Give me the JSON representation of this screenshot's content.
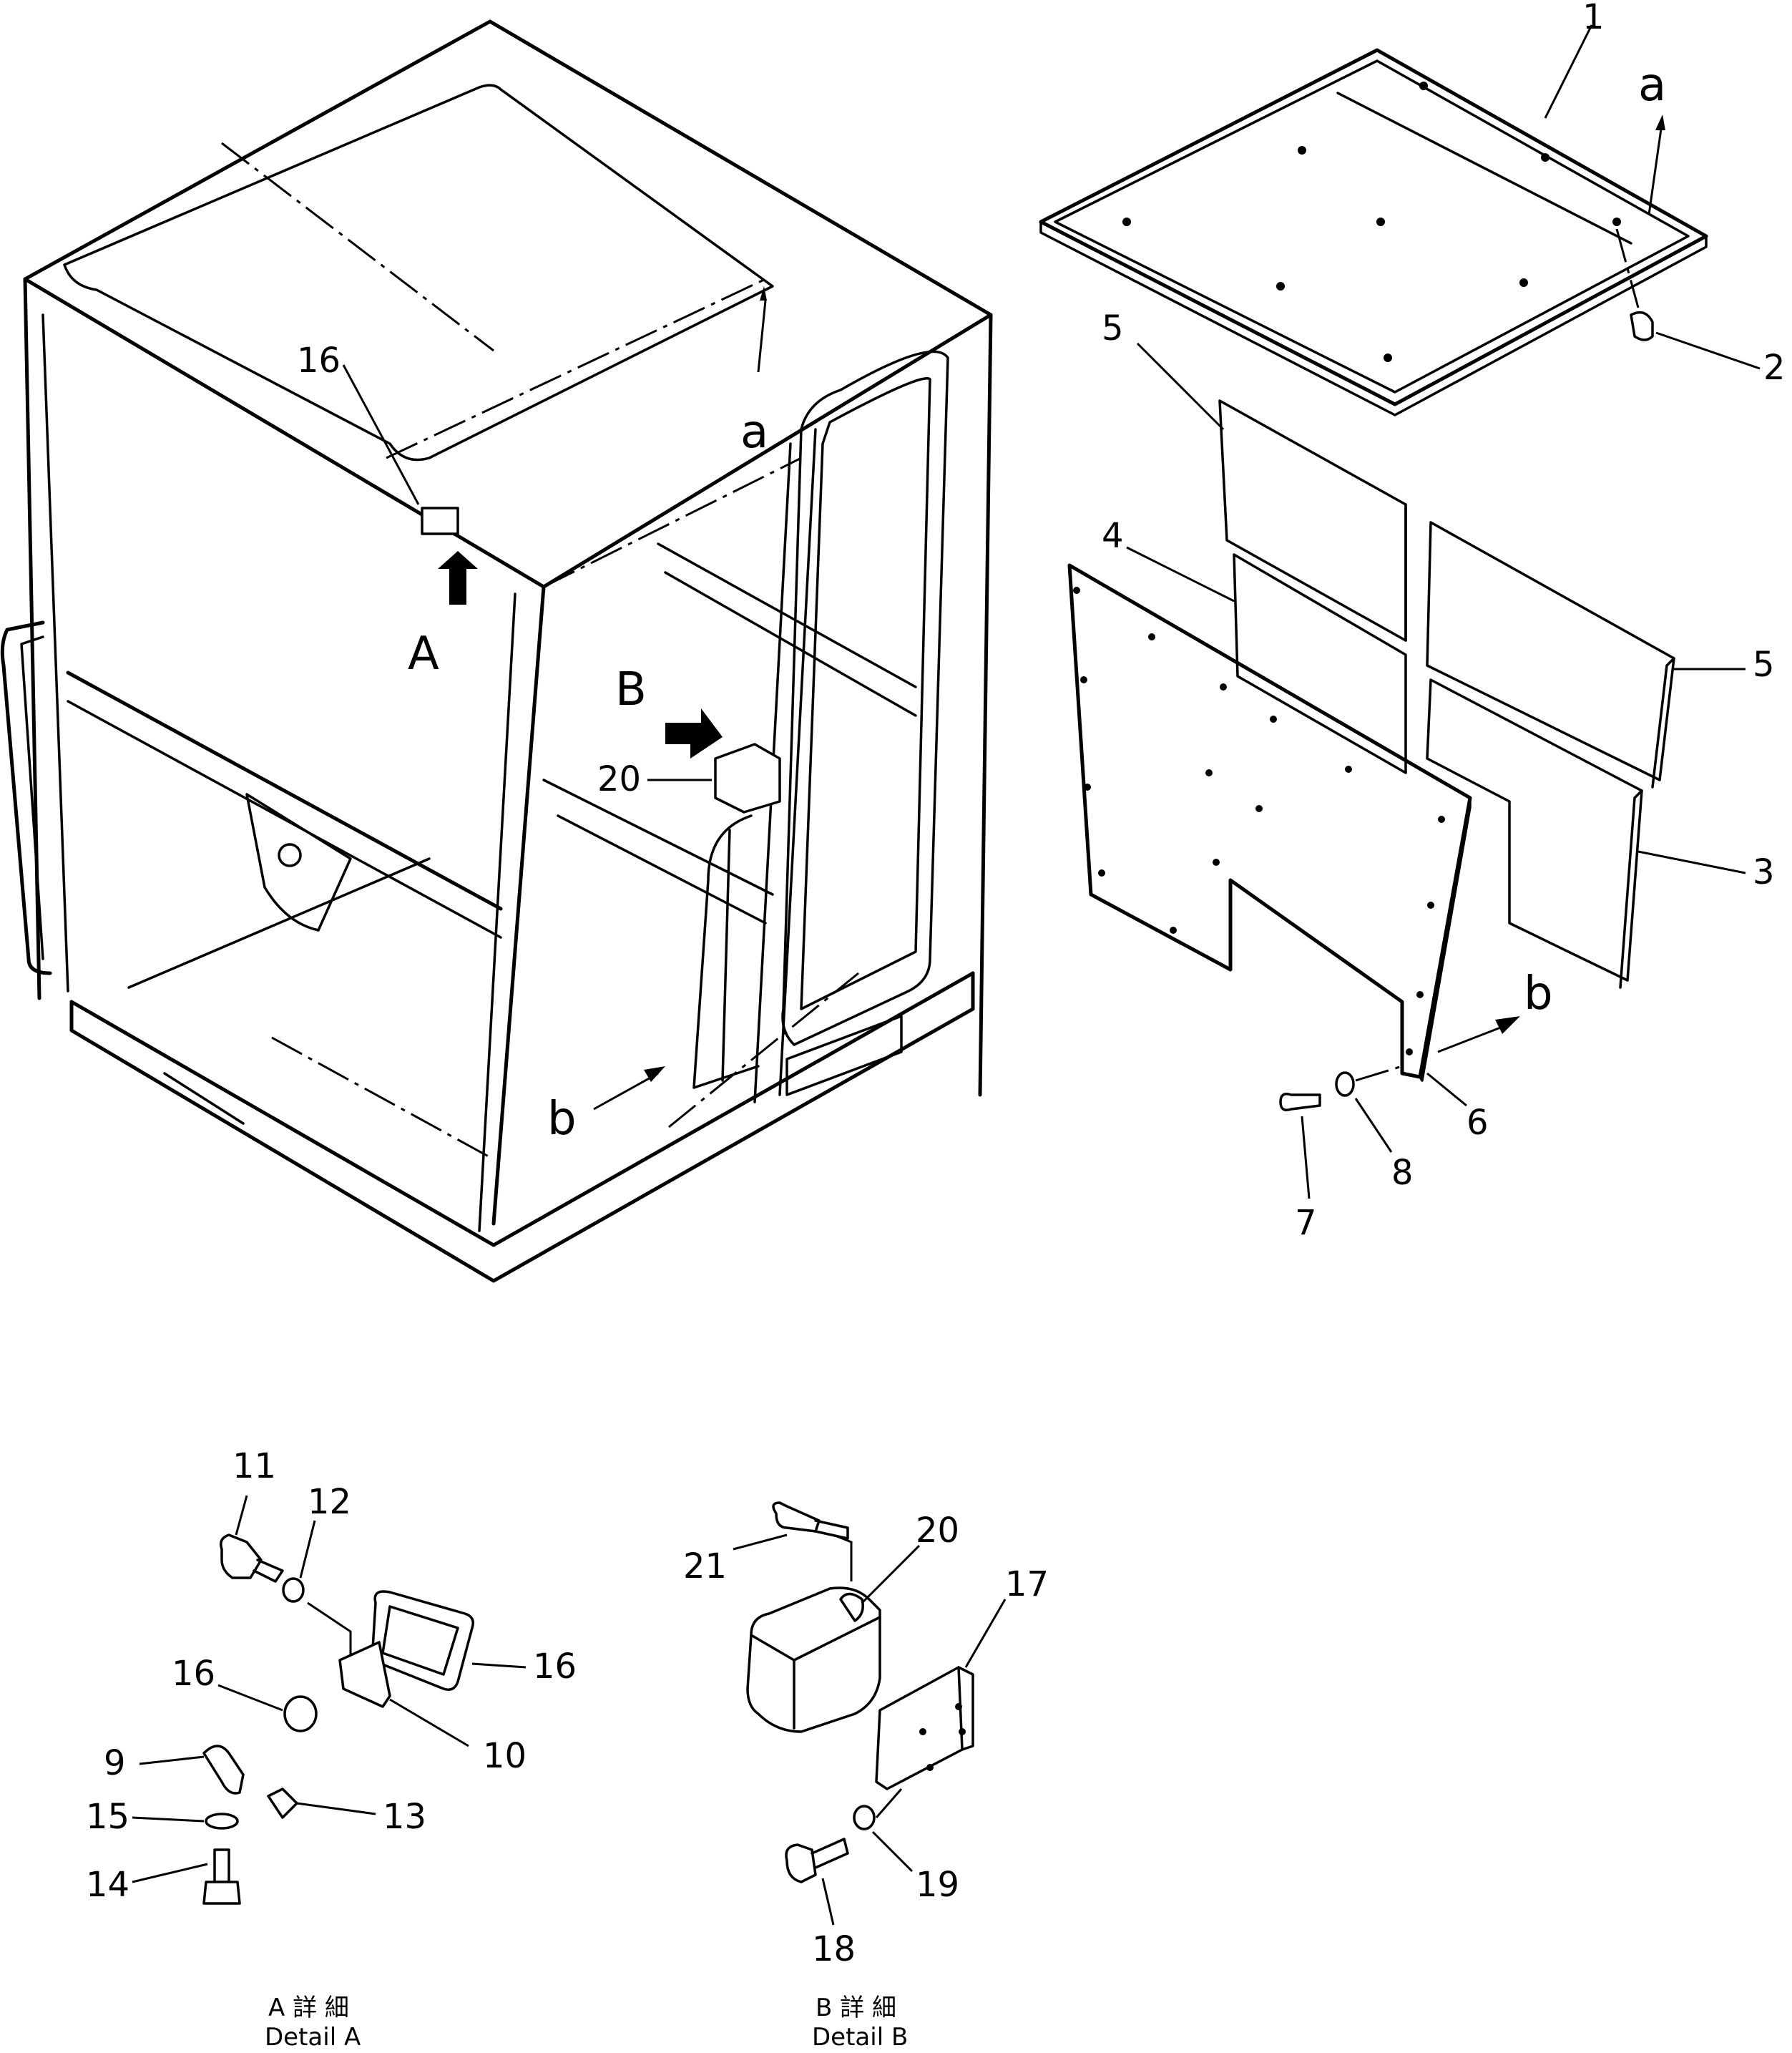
{
  "callouts": {
    "c1": "1",
    "c2": "2",
    "c3": "3",
    "c4": "4",
    "c5a": "5",
    "c5b": "5",
    "c6": "6",
    "c7": "7",
    "c8": "8",
    "c9": "9",
    "c10": "10",
    "c11": "11",
    "c12": "12",
    "c13": "13",
    "c14": "14",
    "c15": "15",
    "c16_top": "16",
    "c16_a": "16",
    "c16_b": "16",
    "c17": "17",
    "c18": "18",
    "c19": "19",
    "c20_top": "20",
    "c20_b": "20",
    "c21": "21"
  },
  "markers": {
    "view_a": "A",
    "view_b": "B",
    "ref_a_cab": "a",
    "ref_a_roof": "a",
    "ref_b_cab": "b",
    "ref_b_panel": "b"
  },
  "captions": {
    "detail_a_jp": "A 詳 細",
    "detail_a_en": "Detail A",
    "detail_b_jp": "B 詳 細",
    "detail_b_en": "Detail B"
  },
  "icons": [
    "cab-frame",
    "roof-panel",
    "insulation-pad",
    "side-panel",
    "room-lamp",
    "lamp-switch",
    "bolt",
    "washer",
    "nut",
    "wing-nut",
    "bracket"
  ]
}
